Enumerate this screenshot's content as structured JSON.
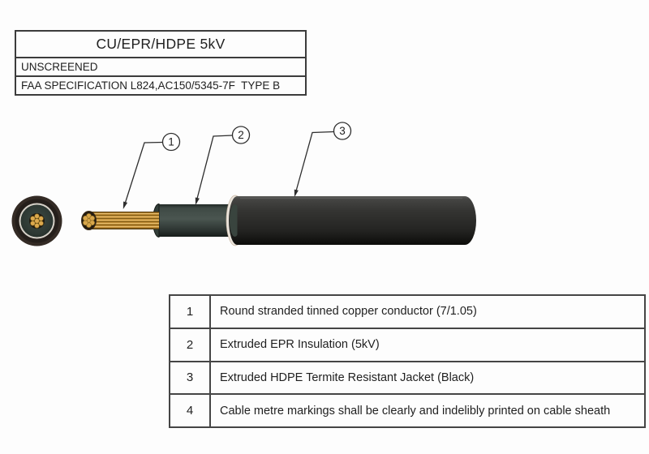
{
  "title_block": {
    "title": "CU/EPR/HDPE 5kV",
    "line2": "UNSCREENED",
    "line3": "FAA SPECIFICATION L824,AC150/5345-7F  TYPE B"
  },
  "diagram": {
    "callouts": [
      {
        "label": "1"
      },
      {
        "label": "2"
      },
      {
        "label": "3"
      }
    ]
  },
  "parts_table": {
    "rows": [
      {
        "num": "1",
        "desc": "Round stranded tinned copper conductor (7/1.05)"
      },
      {
        "num": "2",
        "desc": "Extruded EPR Insulation (5kV)"
      },
      {
        "num": "3",
        "desc": "Extruded HDPE Termite Resistant Jacket (Black)"
      },
      {
        "num": "4",
        "desc": "Cable metre markings shall be clearly and indelibly printed on cable sheath"
      }
    ]
  },
  "colors": {
    "line_dark": "#3c3c3c",
    "text": "#1f1f1f",
    "conductor_gold": "#c08b33",
    "conductor_highlight": "#e4bd6e",
    "insulation_gray_green": "#404a46",
    "jacket_black": "#2b2b29",
    "separator_white": "#eae4db"
  }
}
